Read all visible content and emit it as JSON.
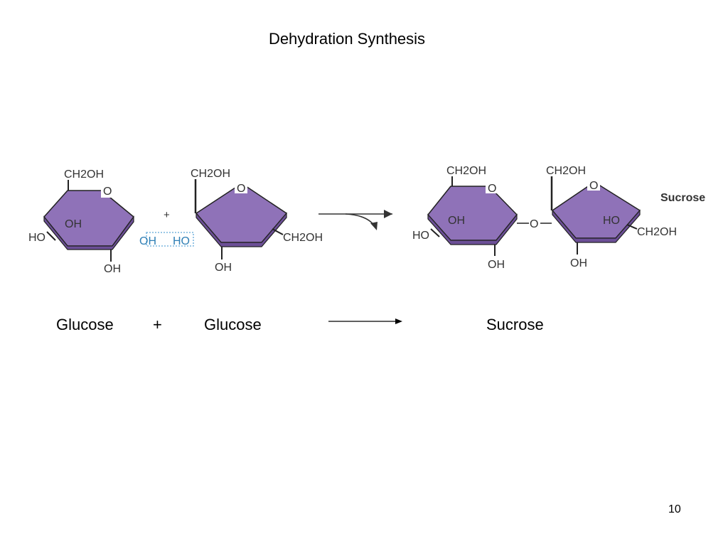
{
  "title": "Dehydration Synthesis",
  "colors": {
    "ring_fill": "#8f72b8",
    "ring_shadow": "#6c4f97",
    "ring_stroke": "#222222",
    "highlight_text": "#2f7fb5",
    "highlight_box": "#5ea6d8",
    "label": "#333333"
  },
  "reactants": {
    "glucose_ring": {
      "top_group": "CH2OH",
      "ring_oxygen": "O",
      "left_group": "HO",
      "inner_group": "OH",
      "bottom_group": "OH"
    },
    "plus_sign": "+",
    "highlight": {
      "left": "OH",
      "right": "HO"
    },
    "fructose_ring": {
      "top_group": "CH2OH",
      "ring_oxygen": "O",
      "right_group": "CH2OH",
      "bottom_group": "OH"
    }
  },
  "product": {
    "label": "Sucrose",
    "glucose_ring": {
      "top_group": "CH2OH",
      "ring_oxygen": "O",
      "left_group": "HO",
      "inner_group": "OH",
      "bottom_group": "OH"
    },
    "bridge_oxygen": "O",
    "fructose_ring": {
      "top_group": "CH2OH",
      "ring_oxygen": "O",
      "inner_group": "HO",
      "right_group": "CH2OH",
      "bottom_group": "OH"
    }
  },
  "captions": {
    "reactant_1": "Glucose",
    "plus": "+",
    "reactant_2": "Glucose",
    "product": "Sucrose"
  },
  "page_number": "10"
}
